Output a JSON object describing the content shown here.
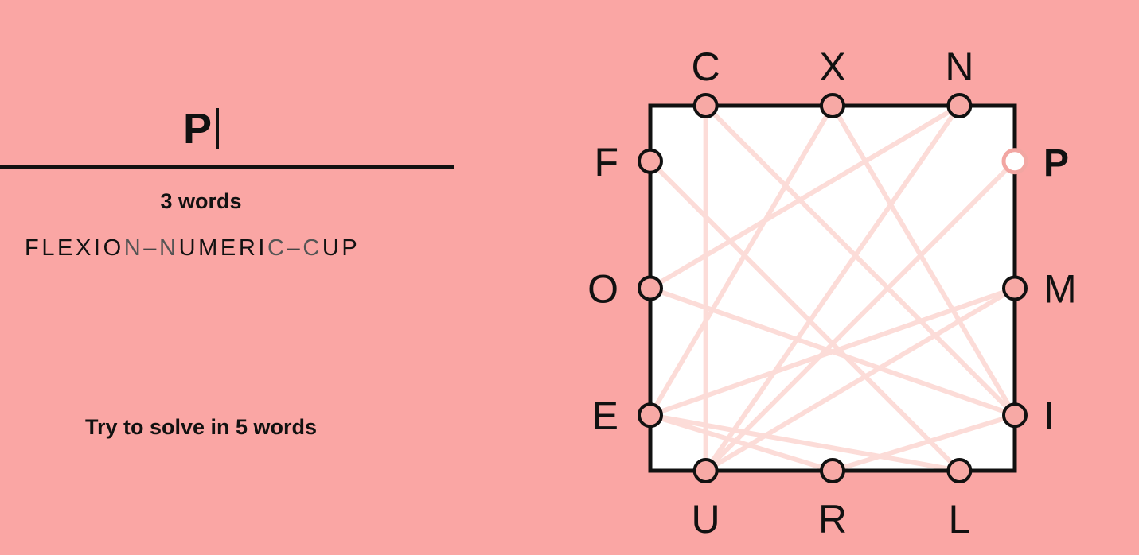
{
  "game": {
    "current_word": "P",
    "word_count_label": "3 words",
    "solution": [
      {
        "start": "FLEXIO",
        "joint": "N"
      },
      {
        "start": "UMERI",
        "joint": "C"
      },
      {
        "start": "UP",
        "joint": ""
      }
    ],
    "separator": "–",
    "goal_label": "Try to solve in 5 words"
  },
  "board": {
    "sides": {
      "top": [
        "C",
        "X",
        "N"
      ],
      "right": [
        "P",
        "M",
        "I"
      ],
      "bottom": [
        "U",
        "R",
        "L"
      ],
      "left": [
        "F",
        "O",
        "E"
      ]
    },
    "active_letter": "P",
    "used_paths": [
      [
        "F",
        "L",
        "E",
        "X",
        "I",
        "O",
        "N"
      ],
      [
        "N",
        "U",
        "M",
        "E",
        "R",
        "I",
        "C"
      ],
      [
        "C",
        "U",
        "P"
      ]
    ]
  },
  "colors": {
    "background": "#faa6a4",
    "box_fill": "#ffffff",
    "box_stroke": "#111111",
    "node_fill": "#f7a9a5",
    "node_active_fill": "#ffffff",
    "node_active_stroke": "#f2a6a2",
    "path_line": "#fcdcd8",
    "text": "#111111"
  },
  "icons": {
    "caret": "text-caret-icon"
  }
}
